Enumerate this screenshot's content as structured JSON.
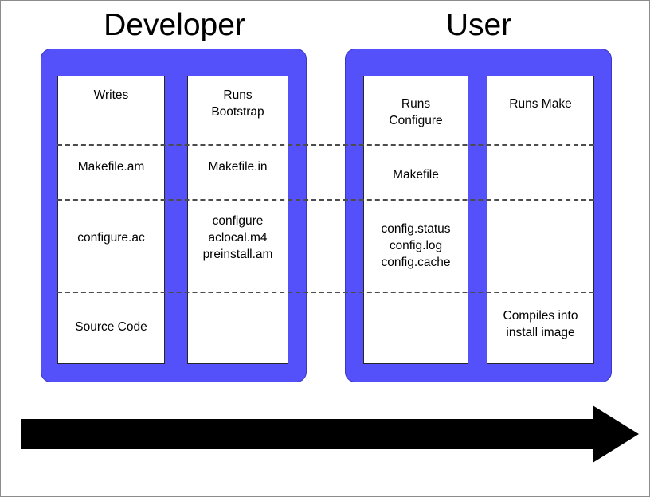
{
  "diagram": {
    "title_left": "Developer",
    "title_right": "User",
    "accent_color": "#5551fa",
    "divider_color": "#4c4c4c",
    "arrow_color": "#000000",
    "background_color": "#ffffff"
  },
  "lanes": [
    {
      "name": "developer",
      "title": "Developer",
      "columns": [
        {
          "name": "writes",
          "cells": [
            "Writes",
            "Makefile.am",
            "configure.ac",
            "Source Code"
          ]
        },
        {
          "name": "runs-bootstrap",
          "cells": [
            "Runs\nBootstrap",
            "Makefile.in",
            "configure\naclocal.m4\npreinstall.am",
            ""
          ]
        }
      ]
    },
    {
      "name": "user",
      "title": "User",
      "columns": [
        {
          "name": "runs-configure",
          "cells": [
            "Runs\nConfigure",
            "Makefile",
            "config.status\nconfig.log\nconfig.cache",
            ""
          ]
        },
        {
          "name": "runs-make",
          "cells": [
            "Runs Make",
            "",
            "",
            "Compiles into\ninstall image"
          ]
        }
      ]
    }
  ],
  "arrow": {
    "name": "timeline-arrow",
    "label": ""
  }
}
